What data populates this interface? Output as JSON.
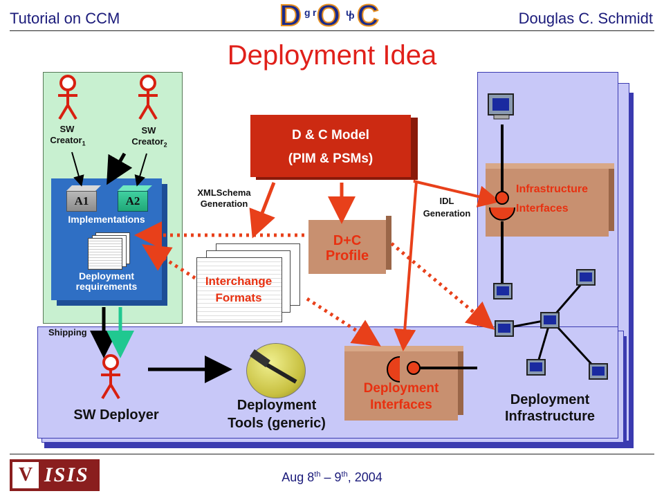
{
  "header": {
    "left": "Tutorial on CCM",
    "right": "Douglas C. Schmidt",
    "logo_letters": [
      "D",
      "O",
      "C"
    ],
    "logo_small": [
      "g",
      "r",
      "u",
      "p"
    ]
  },
  "title": "Deployment Idea",
  "actors": {
    "sw_creator_1": {
      "line1": "SW",
      "line2": "Creator",
      "sub": "1"
    },
    "sw_creator_2": {
      "line1": "SW",
      "line2": "Creator",
      "sub": "2"
    },
    "sw_deployer": "SW Deployer"
  },
  "implementations_box": {
    "a1": "A1",
    "a2": "A2",
    "label": "Implementations",
    "requirements": "Deployment requirements"
  },
  "dc_model": {
    "line1": "D & C Model",
    "line2": "(PIM & PSMs)"
  },
  "dc_profile": {
    "line1": "D+C",
    "line2": "Profile"
  },
  "interchange_formats": {
    "line1": "Interchange",
    "line2": "Formats"
  },
  "xmlschema_generation": {
    "line1": "XMLSchema",
    "line2": "Generation"
  },
  "idl_generation": {
    "line1": "IDL",
    "line2": "Generation"
  },
  "infrastructure_interfaces": {
    "line1": "Infrastructure",
    "line2": "Interfaces"
  },
  "shipping": "Shipping",
  "deployment_tools": {
    "line1": "Deployment",
    "line2": "Tools (generic)"
  },
  "deployment_interfaces": {
    "line1": "Deployment",
    "line2": "Interfaces"
  },
  "deployment_infrastructure": {
    "line1": "Deployment",
    "line2": "Infrastructure"
  },
  "footer": {
    "date_pre": "Aug 8",
    "sup1": "th",
    "date_mid": " – 9",
    "sup2": "th",
    "date_post": ", 2004",
    "logo_text": "ISIS"
  },
  "colors": {
    "title_red": "#e0201a",
    "arrow_red": "#e8401a",
    "panel_blue": "#c8c8f8",
    "panel_border": "#3a3ab0",
    "impl_blue": "#2f6fc4",
    "model_red": "#cc2a12",
    "brown_box": "#c89070",
    "teal": "#20c890",
    "creator_green": "#c8f0d0",
    "footer_maroon": "#8a1e1e"
  }
}
